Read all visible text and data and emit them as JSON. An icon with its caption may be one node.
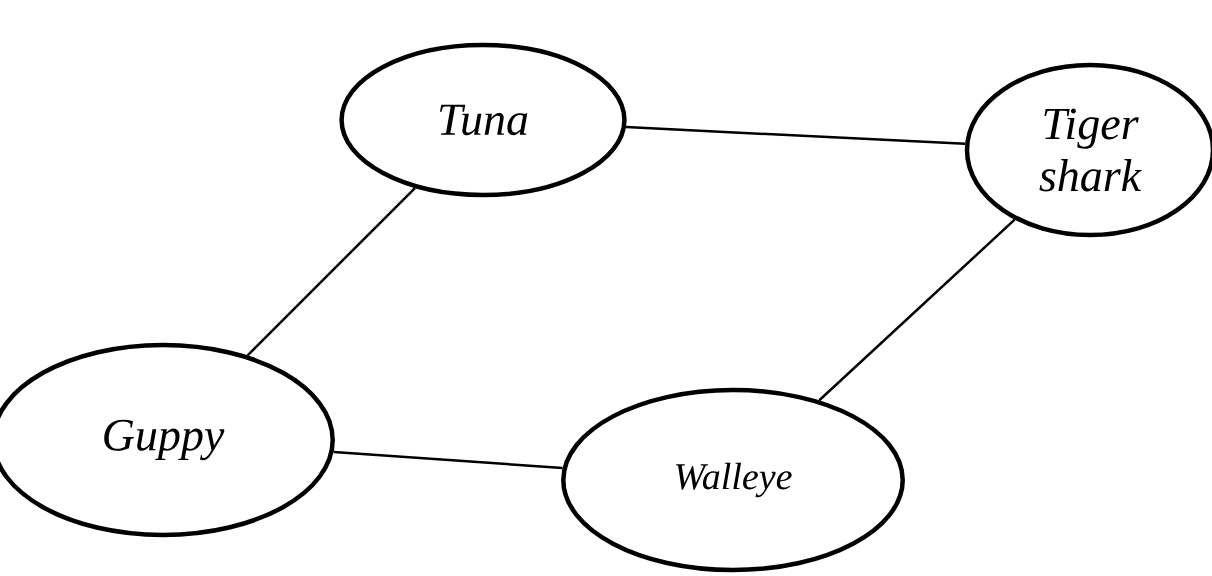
{
  "diagram": {
    "nodes": [
      {
        "text": [
          "Tuna"
        ]
      },
      {
        "text": [
          "Tiger shark"
        ]
      },
      {
        "text": [
          "Guppy"
        ]
      },
      {
        "text": [
          "Walleye"
        ]
      }
    ],
    "edges": [
      {
        "from": 0,
        "to": 1,
        "arrow": "none"
      },
      {
        "from": 0,
        "to": 2,
        "arrow": "none"
      },
      {
        "from": 2,
        "to": 3,
        "arrow": "none"
      },
      {
        "from": 3,
        "to": 1,
        "arrow": "none"
      }
    ]
  }
}
